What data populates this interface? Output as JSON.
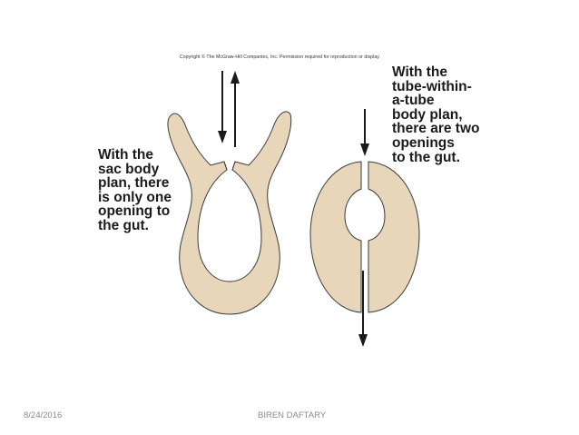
{
  "copyright": "Copyright © The McGraw-Hill Companies, Inc. Permission required for reproduction or display.",
  "captions": {
    "sac": [
      "With the",
      "sac body",
      "plan, there",
      "is only one",
      "opening to",
      "the gut."
    ],
    "tube": [
      "With the",
      "tube-within-",
      "a-tube",
      "body plan,",
      "there are two",
      "openings",
      "to the gut."
    ]
  },
  "footer": {
    "date": "8/24/2016",
    "author": "BIREN DAFTARY"
  },
  "colors": {
    "body_fill": "#e8d6bb",
    "outline": "#3a3a3a",
    "arrow": "#1a1a1a"
  }
}
